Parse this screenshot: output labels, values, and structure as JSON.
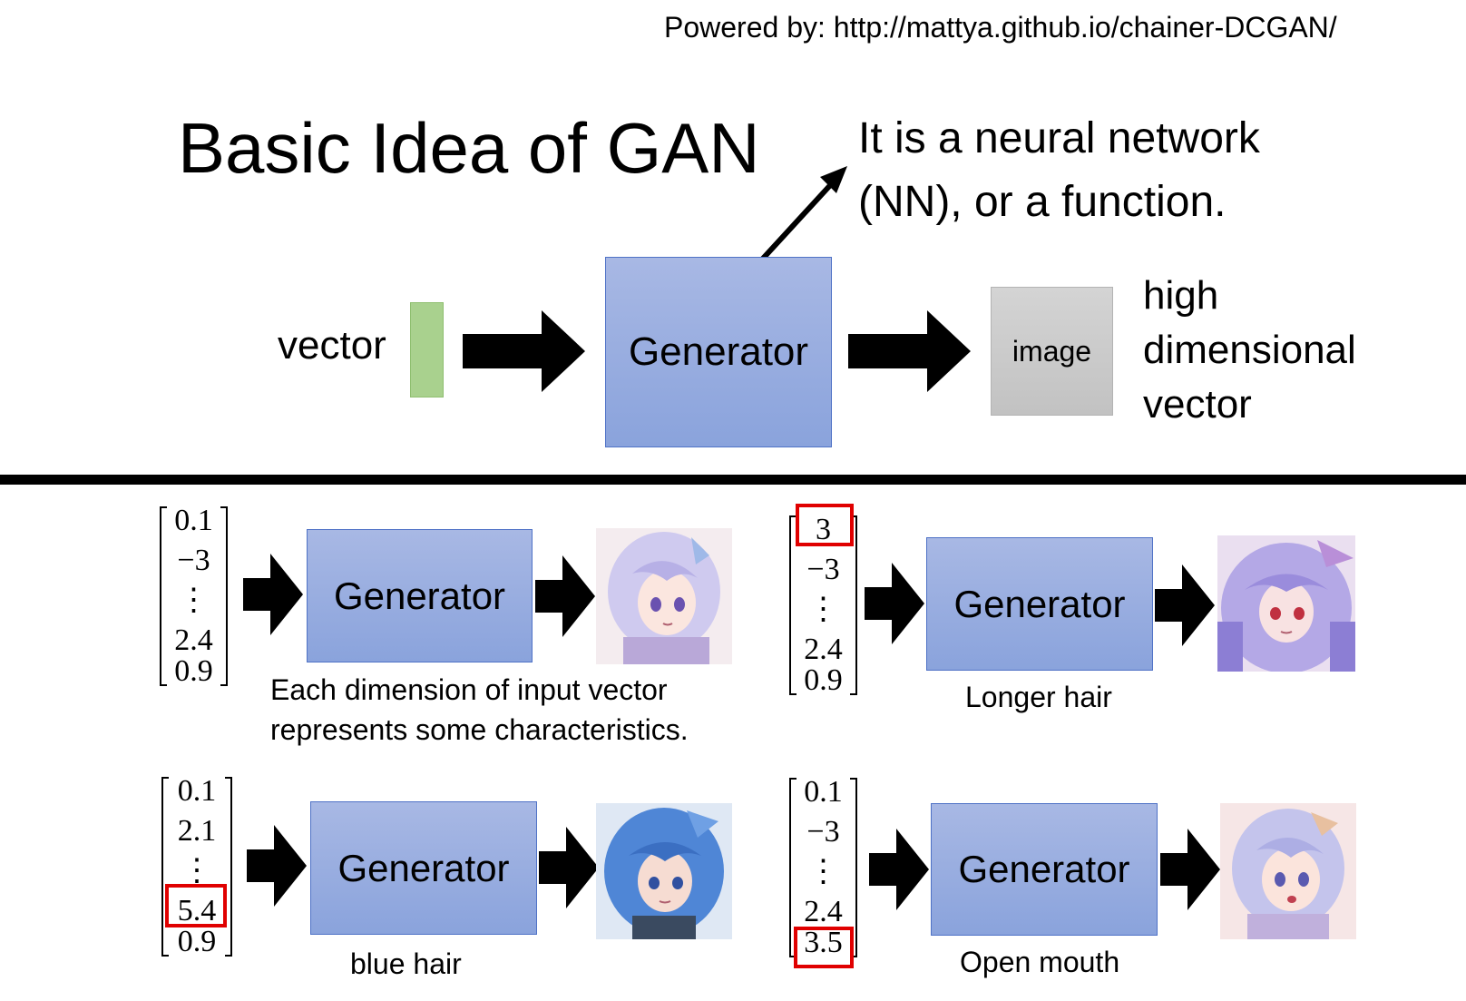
{
  "powered_by": "Powered by: http://mattya.github.io/chainer-DCGAN/",
  "title": "Basic Idea of GAN",
  "nn_note": [
    "It is a neural network",
    "(NN), or a function."
  ],
  "top_diagram": {
    "input_label": "vector",
    "generator_label": "Generator",
    "output_label": "image",
    "output_desc": [
      "high",
      "dimensional",
      "vector"
    ]
  },
  "examples": [
    {
      "vector": [
        "0.1",
        "−3",
        "⋮",
        "2.4",
        "0.9"
      ],
      "highlight_index": null,
      "generator_label": "Generator",
      "caption": [
        "Each dimension of input vector",
        "represents some characteristics."
      ],
      "hair_color": "#c8c6ec"
    },
    {
      "vector": [
        "3",
        "−3",
        "⋮",
        "2.4",
        "0.9"
      ],
      "highlight_index": 0,
      "generator_label": "Generator",
      "caption": [
        "Longer hair"
      ],
      "hair_color": "#b4a8e6"
    },
    {
      "vector": [
        "0.1",
        "2.1",
        "⋮",
        "5.4",
        "0.9"
      ],
      "highlight_index": 3,
      "generator_label": "Generator",
      "caption": [
        "blue hair"
      ],
      "hair_color": "#4f86d6"
    },
    {
      "vector": [
        "0.1",
        "−3",
        "⋮",
        "2.4",
        "3.5"
      ],
      "highlight_index": 4,
      "generator_label": "Generator",
      "caption": [
        "Open mouth"
      ],
      "hair_color": "#c4c4ec"
    }
  ],
  "colors": {
    "generator_fill": "#9aaee0",
    "generator_border": "#4f72c6",
    "vector_fill": "#a9d18e",
    "image_fill": "#cccccc",
    "highlight": "#e00000"
  }
}
